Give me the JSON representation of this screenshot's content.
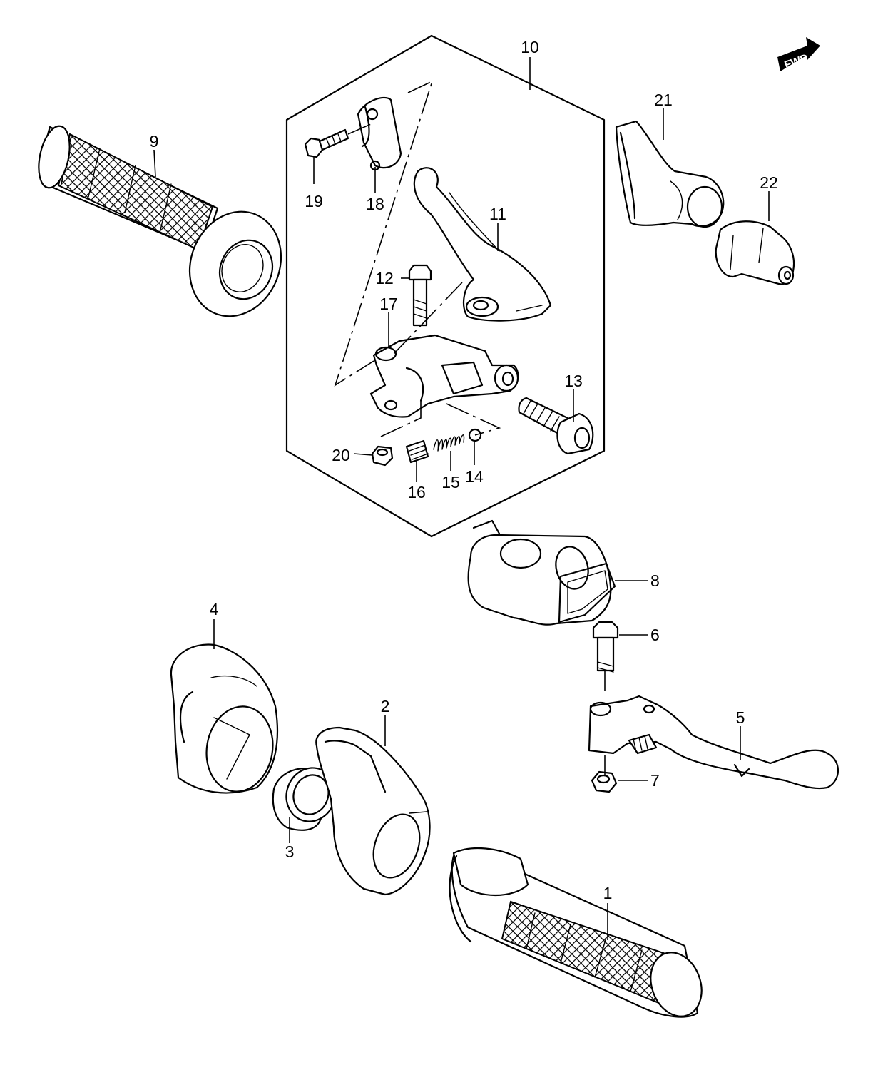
{
  "fwd_badge": "FWD",
  "callouts": [
    "1",
    "2",
    "3",
    "4",
    "5",
    "6",
    "7",
    "8",
    "9",
    "10",
    "11",
    "12",
    "13",
    "14",
    "15",
    "16",
    "17",
    "18",
    "19",
    "20",
    "21",
    "22"
  ]
}
